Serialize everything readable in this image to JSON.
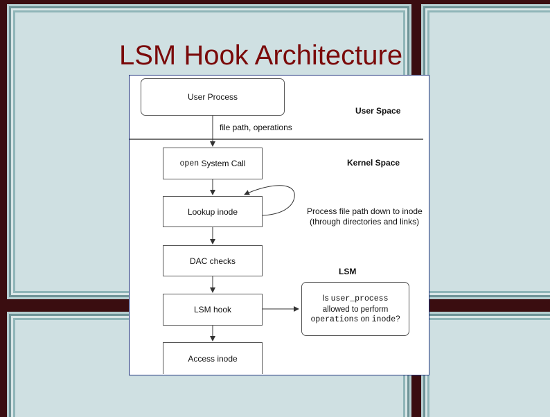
{
  "slide": {
    "title": "LSM Hook Architecture"
  },
  "diagram": {
    "nodes": {
      "user_process": "User Process",
      "open_call_mono": "open",
      "open_call_rest": " System Call",
      "lookup_inode": "Lookup inode",
      "dac_checks": "DAC checks",
      "lsm_hook": "LSM hook",
      "access_inode": "Access inode"
    },
    "labels": {
      "user_space": "User Space",
      "kernel_space": "Kernel Space",
      "lsm": "LSM",
      "edge_label": "file path, operations",
      "process_line1": "Process file path down to inode",
      "process_line2": "(through directories and links)"
    },
    "question": {
      "part1": "Is ",
      "part2_mono": "user_process",
      "line2": "allowed to perform",
      "line3_mono_a": "operations",
      "line3_mid": " on ",
      "line3_mono_b": "inode",
      "line3_end": "?"
    }
  },
  "colors": {
    "title": "#7a0a0a",
    "background": "#3a0d10",
    "panel": "#cfe0e2",
    "diagram_border": "#1b2f7a"
  }
}
